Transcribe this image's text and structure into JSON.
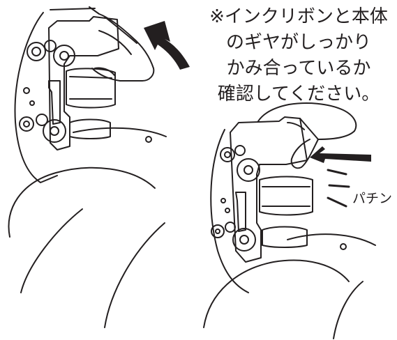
{
  "caption": {
    "line1": "※インクリボンと本体",
    "line2": "のギヤがしっかり",
    "line3": "かみ合っているか",
    "line4": "確認してください。"
  },
  "sound_label": "パチン",
  "colors": {
    "ink": "#231f20",
    "paper": "#ffffff"
  }
}
